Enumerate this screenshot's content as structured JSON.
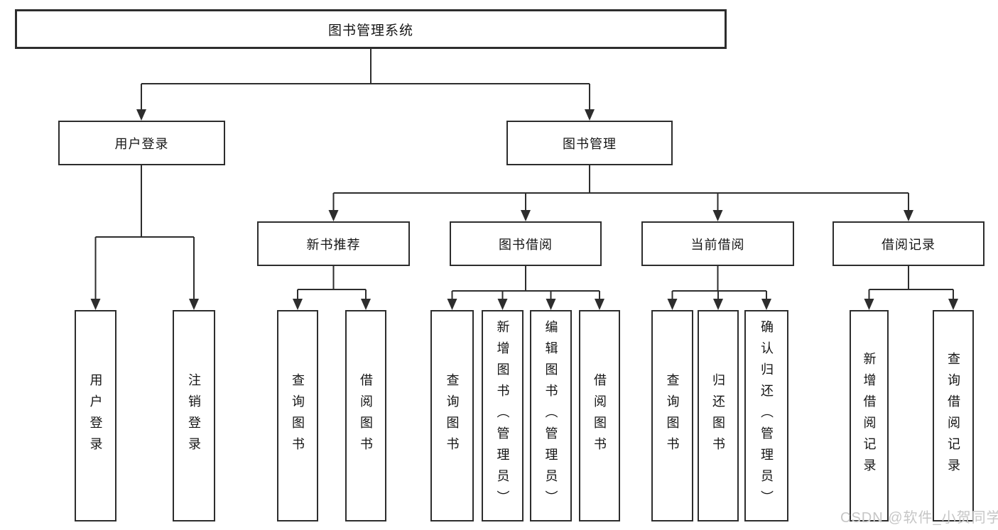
{
  "tree": {
    "root": {
      "label": "图书管理系统",
      "children": [
        {
          "label": "用户登录",
          "children": [
            {
              "label": "用户登录"
            },
            {
              "label": "注销登录"
            }
          ]
        },
        {
          "label": "图书管理",
          "children": [
            {
              "label": "新书推荐",
              "children": [
                {
                  "label": "查询图书"
                },
                {
                  "label": "借阅图书"
                }
              ]
            },
            {
              "label": "图书借阅",
              "children": [
                {
                  "label": "查询图书"
                },
                {
                  "label": "新增图书（管理员）"
                },
                {
                  "label": "编辑图书（管理员）"
                },
                {
                  "label": "借阅图书"
                }
              ]
            },
            {
              "label": "当前借阅",
              "children": [
                {
                  "label": "查询图书"
                },
                {
                  "label": "归还图书"
                },
                {
                  "label": "确认归还（管理员）"
                }
              ]
            },
            {
              "label": "借阅记录",
              "children": [
                {
                  "label": "新增借阅记录"
                },
                {
                  "label": "查询借阅记录"
                }
              ]
            }
          ]
        }
      ]
    }
  },
  "colors": {
    "line": "#2d2d2d",
    "text": "#151515",
    "watermark": "#c6c6c6"
  },
  "watermark": {
    "text": "CSDN @软件_小贺同学"
  }
}
